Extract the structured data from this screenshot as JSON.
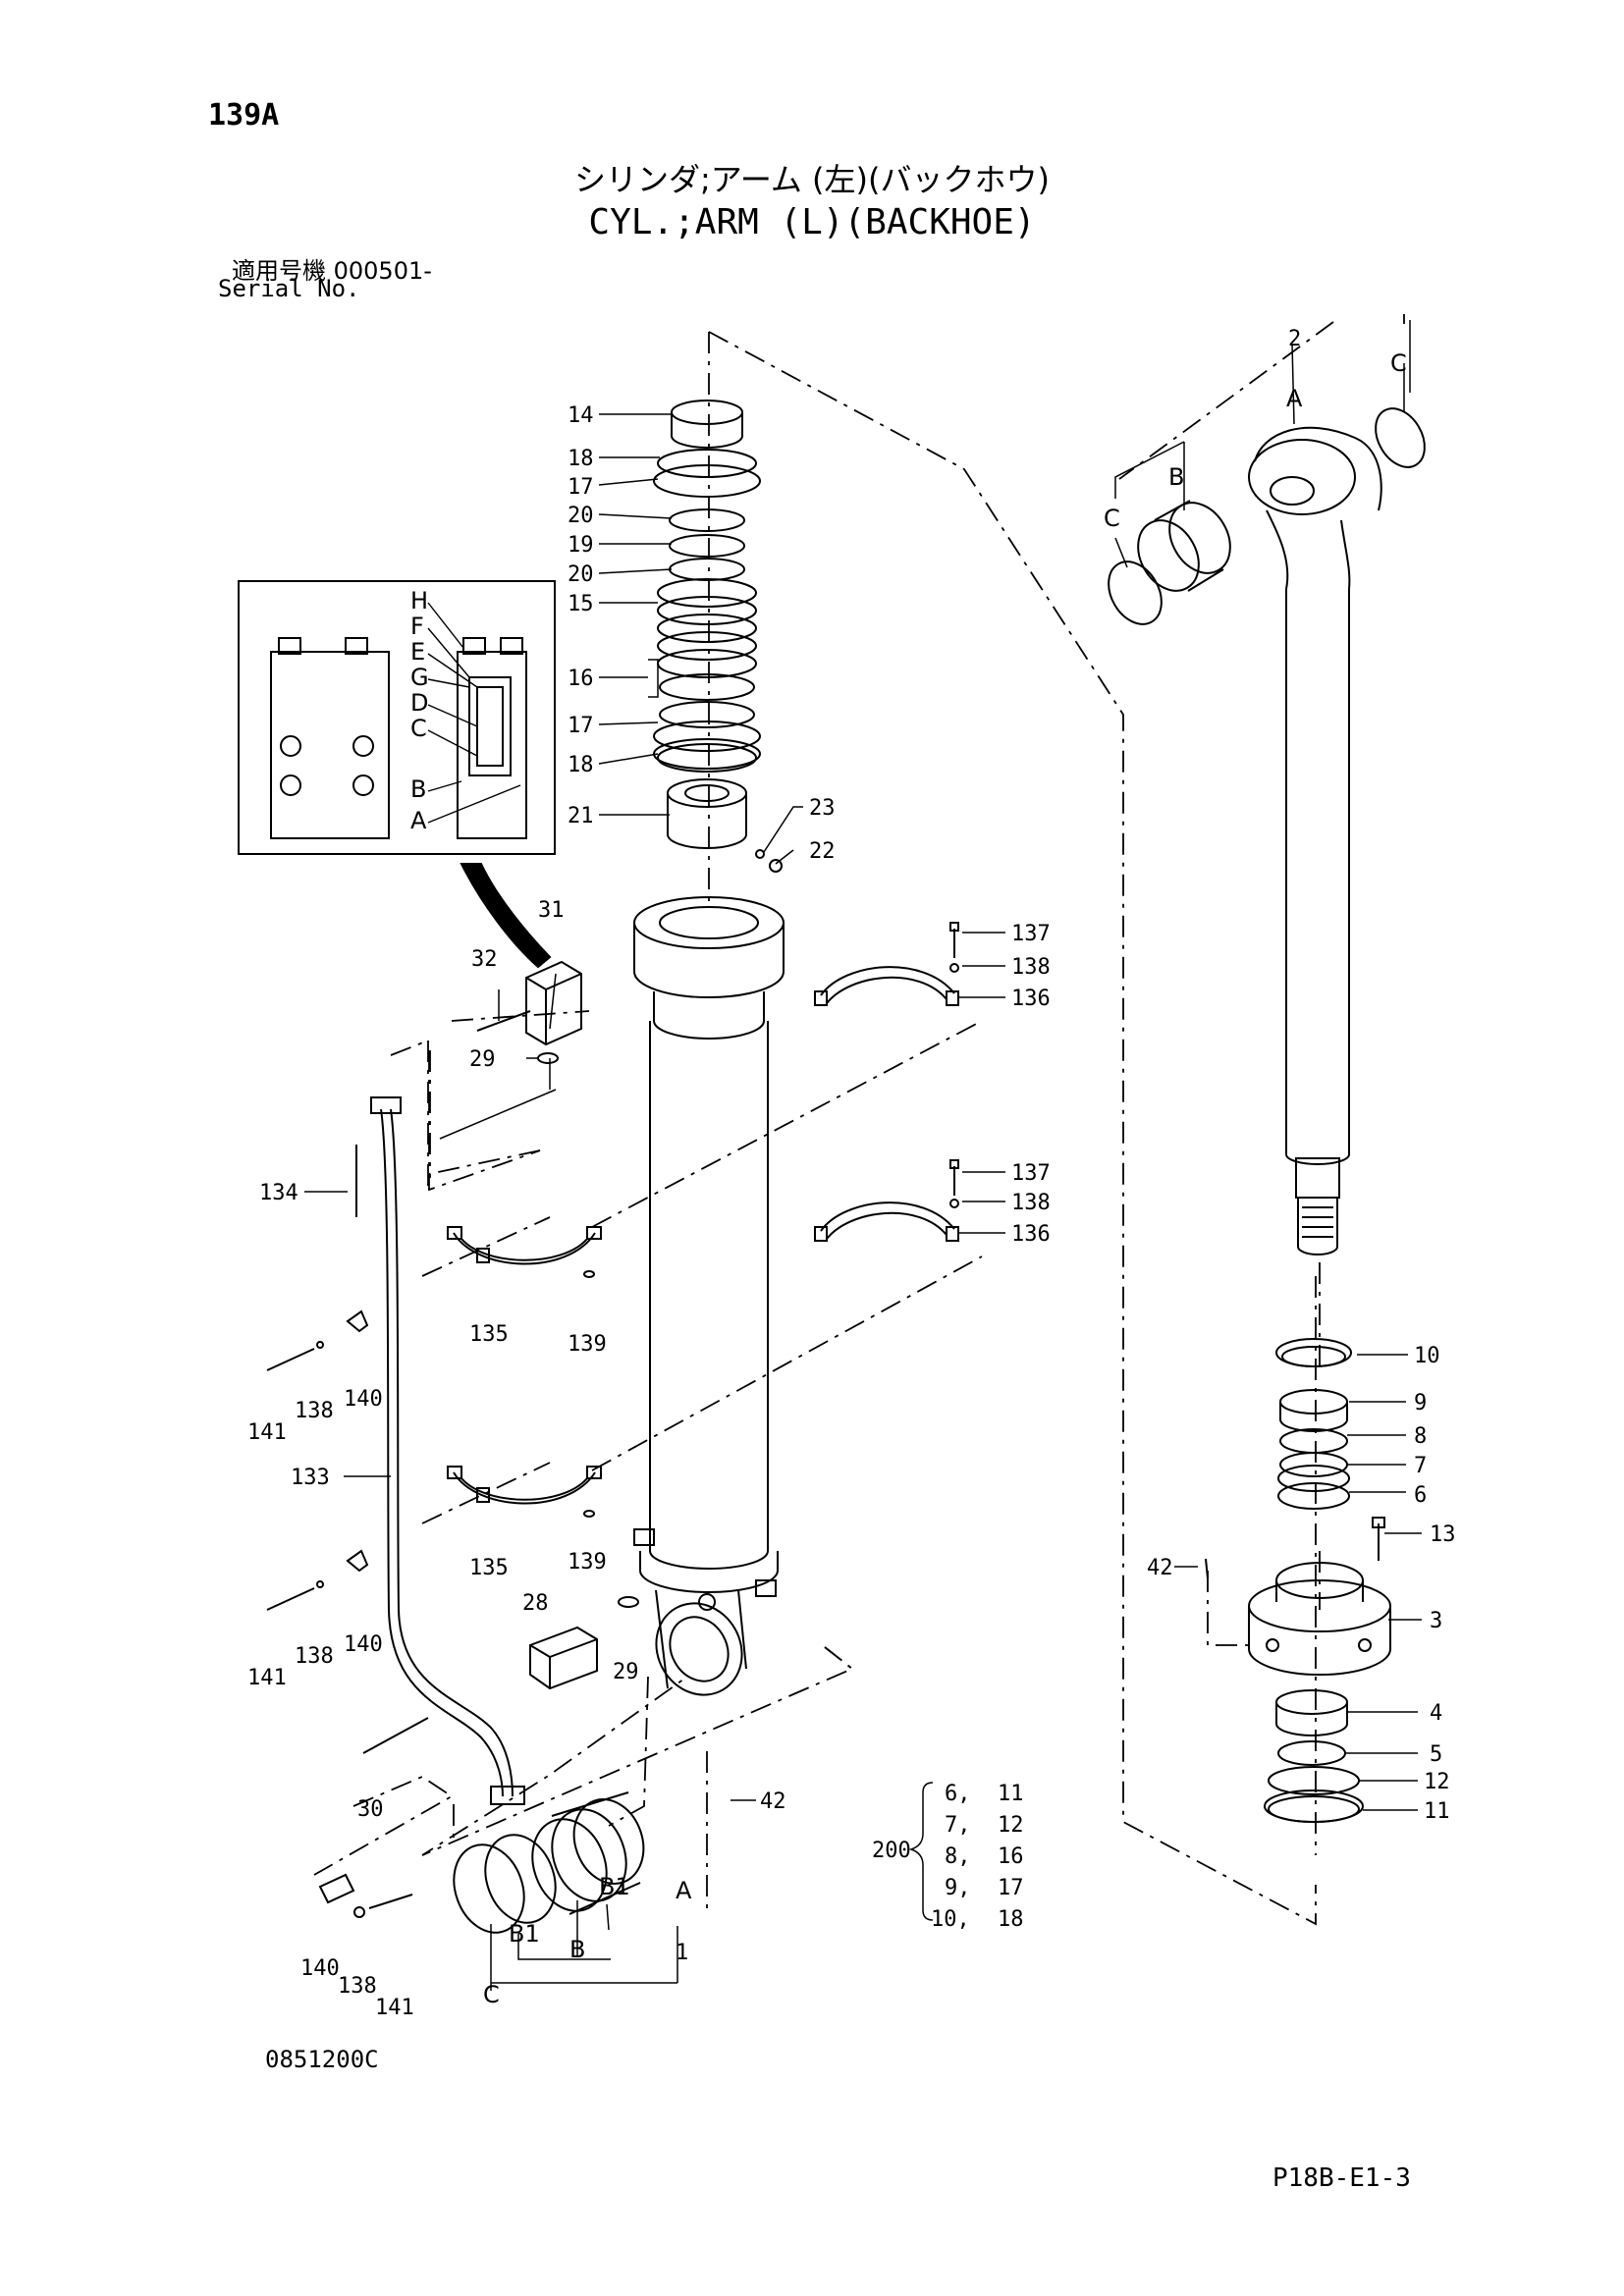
{
  "header": {
    "page_id": "139A",
    "title_jp": "シリンダ;アーム (左)(バックホウ)",
    "title_en": "CYL.;ARM (L)(BACKHOE)",
    "serial_label_jp": "適用号機  000501-",
    "serial_label_en": "Serial No."
  },
  "footer": {
    "drawing_code": "0851200C",
    "page_code": "P18B-E1-3"
  },
  "callouts": {
    "p14": "14",
    "p18a": "18",
    "p17a": "17",
    "p20a": "20",
    "p19": "19",
    "p20b": "20",
    "p15": "15",
    "p16": "16",
    "p17b": "17",
    "p18b": "18",
    "p21": "21",
    "p23": "23",
    "p22": "22",
    "p31": "31",
    "p32": "32",
    "p29a": "29",
    "p29b": "29",
    "p137a": "137",
    "p138a": "138",
    "p136a": "136",
    "p137b": "137",
    "p138b": "138",
    "p136b": "136",
    "p134": "134",
    "p135a": "135",
    "p139a": "139",
    "p135b": "135",
    "p139b": "139",
    "p141a": "141",
    "p138c": "138",
    "p140a": "140",
    "p141b": "141",
    "p138d": "138",
    "p140b": "140",
    "p133": "133",
    "p28": "28",
    "p30": "30",
    "p42a": "42",
    "p140c": "140",
    "p138e": "138",
    "p141c": "141",
    "p1": "1",
    "p2": "2",
    "p10": "10",
    "p9": "9",
    "p8": "8",
    "p7": "7",
    "p6": "6",
    "p13": "13",
    "p42b": "42",
    "p3": "3",
    "p4": "4",
    "p5": "5",
    "p12": "12",
    "p11": "11",
    "lA_rod": "A",
    "lB_rod": "B",
    "lC_rod_l": "C",
    "lC_rod_r": "C",
    "lA_bot": "A",
    "lB_bot": "B",
    "lC_bot": "C",
    "lB1_l": "B1",
    "lB1_r": "B1",
    "inset_H": "H",
    "inset_F": "F",
    "inset_E": "E",
    "inset_G": "G",
    "inset_D": "D",
    "inset_C": "C",
    "inset_B": "B",
    "inset_A": "A"
  },
  "kit": {
    "number": "200",
    "rows": [
      {
        "a": "6,",
        "b": "11"
      },
      {
        "a": "7,",
        "b": "12"
      },
      {
        "a": "8,",
        "b": "16"
      },
      {
        "a": "9,",
        "b": "17"
      },
      {
        "a": "10,",
        "b": "18"
      }
    ]
  }
}
